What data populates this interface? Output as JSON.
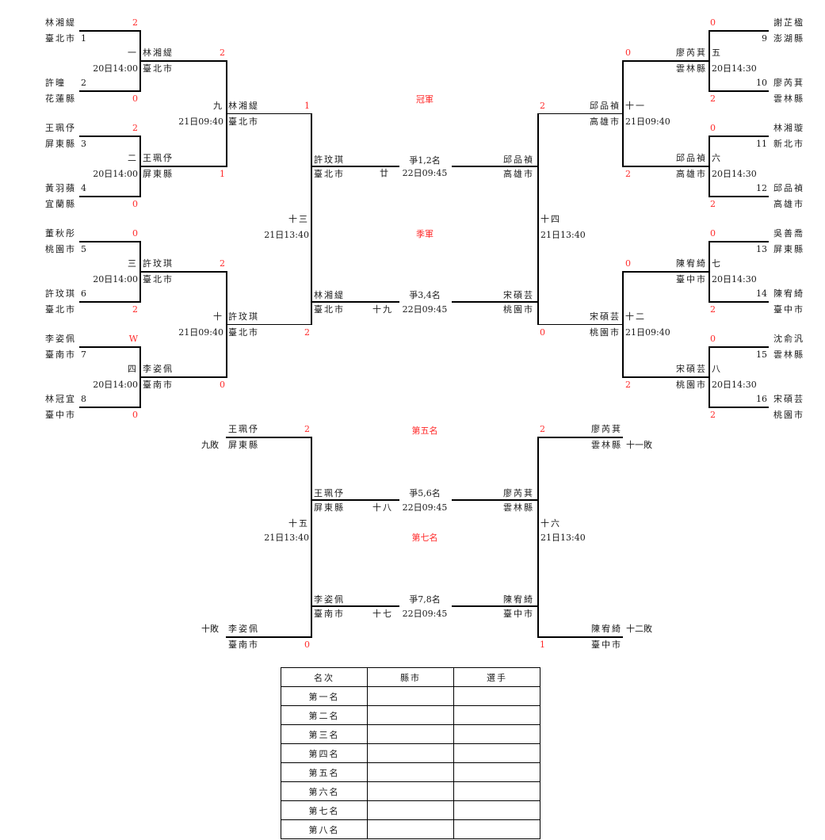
{
  "colors": {
    "score": "#ff2a2a",
    "line": "#000000",
    "text": "#1a1a1a"
  },
  "left_r1": [
    {
      "seed": "1",
      "name": "林湘緹",
      "city": "臺北市",
      "score": "2"
    },
    {
      "seed": "2",
      "name": "許曈",
      "city": "花蓮縣",
      "score": "0"
    },
    {
      "seed": "3",
      "name": "王珮伃",
      "city": "屏東縣",
      "score": "2"
    },
    {
      "seed": "4",
      "name": "黃羽蘋",
      "city": "宜蘭縣",
      "score": "0"
    },
    {
      "seed": "5",
      "name": "董秋彤",
      "city": "桃園市",
      "score": "0"
    },
    {
      "seed": "6",
      "name": "許玟琪",
      "city": "臺北市",
      "score": "2"
    },
    {
      "seed": "7",
      "name": "李姿佩",
      "city": "臺南市",
      "score": "W"
    },
    {
      "seed": "8",
      "name": "林冠宜",
      "city": "臺中市",
      "score": "0"
    }
  ],
  "right_r1": [
    {
      "seed": "9",
      "name": "謝芷楹",
      "city": "澎湖縣",
      "score": "0"
    },
    {
      "seed": "10",
      "name": "廖芮萁",
      "city": "雲林縣",
      "score": "2"
    },
    {
      "seed": "11",
      "name": "林湘璇",
      "city": "新北市",
      "score": "0"
    },
    {
      "seed": "12",
      "name": "邱品禎",
      "city": "高雄市",
      "score": "2"
    },
    {
      "seed": "13",
      "name": "吳善喬",
      "city": "屏東縣",
      "score": "0"
    },
    {
      "seed": "14",
      "name": "陳宥綺",
      "city": "臺中市",
      "score": "2"
    },
    {
      "seed": "15",
      "name": "沈俞汎",
      "city": "雲林縣",
      "score": "0"
    },
    {
      "seed": "16",
      "name": "宋碩芸",
      "city": "桃園市",
      "score": "2"
    }
  ],
  "left_r1_matches": [
    {
      "no": "一",
      "time": "20日14:00"
    },
    {
      "no": "二",
      "time": "20日14:00"
    },
    {
      "no": "三",
      "time": "20日14:00"
    },
    {
      "no": "四",
      "time": "20日14:00"
    }
  ],
  "right_r1_matches": [
    {
      "no": "五",
      "time": "20日14:30"
    },
    {
      "no": "六",
      "time": "20日14:30"
    },
    {
      "no": "七",
      "time": "20日14:30"
    },
    {
      "no": "八",
      "time": "20日14:30"
    }
  ],
  "left_r2": [
    {
      "name": "林湘緹",
      "city": "臺北市",
      "score": "2"
    },
    {
      "name": "王珮伃",
      "city": "屏東縣",
      "score": "1"
    },
    {
      "name": "許玟琪",
      "city": "臺北市",
      "score": "2"
    },
    {
      "name": "李姿佩",
      "city": "臺南市",
      "score": "0"
    }
  ],
  "right_r2": [
    {
      "name": "廖芮萁",
      "city": "雲林縣",
      "score": "0"
    },
    {
      "name": "邱品禎",
      "city": "高雄市",
      "score": "2"
    },
    {
      "name": "陳宥綺",
      "city": "臺中市",
      "score": "0"
    },
    {
      "name": "宋碩芸",
      "city": "桃園市",
      "score": "2"
    }
  ],
  "left_r2_matches": [
    {
      "no": "九",
      "time": "21日09:40"
    },
    {
      "no": "十",
      "time": "21日09:40"
    }
  ],
  "right_r2_matches": [
    {
      "no": "十一",
      "time": "21日09:40"
    },
    {
      "no": "十二",
      "time": "21日09:40"
    }
  ],
  "left_semi": [
    {
      "name": "林湘緹",
      "city": "臺北市",
      "score": "1"
    },
    {
      "name": "許玟琪",
      "city": "臺北市",
      "score": "2"
    }
  ],
  "right_semi": [
    {
      "name": "邱品禎",
      "city": "高雄市",
      "score": "2"
    },
    {
      "name": "宋碩芸",
      "city": "桃園市",
      "score": "0"
    }
  ],
  "left_semi_match": {
    "no": "十三",
    "time": "21日13:40"
  },
  "right_semi_match": {
    "no": "十四",
    "time": "21日13:40"
  },
  "final": {
    "title": "冠軍",
    "label": "爭1,2名",
    "time": "22日09:45",
    "no": "廿",
    "left": {
      "name": "許玟琪",
      "city": "臺北市"
    },
    "right": {
      "name": "邱品禎",
      "city": "高雄市"
    }
  },
  "third": {
    "title": "季軍",
    "label": "爭3,4名",
    "time": "22日09:45",
    "no": "十九",
    "left": {
      "name": "林湘緹",
      "city": "臺北市"
    },
    "right": {
      "name": "宋碩芸",
      "city": "桃園市"
    }
  },
  "consolation": {
    "left_top": {
      "name": "王珮伃",
      "city": "屏東縣",
      "score": "2",
      "from": "九敗"
    },
    "left_bottom": {
      "name": "李姿佩",
      "city": "臺南市",
      "score": "0",
      "from": "十敗"
    },
    "right_top": {
      "name": "廖芮萁",
      "city": "雲林縣",
      "score": "2",
      "from": "十一敗"
    },
    "right_bottom": {
      "name": "陳宥綺",
      "city": "臺中市",
      "score": "1",
      "from": "十二敗"
    },
    "left_match": {
      "no": "十五",
      "time": "21日13:40"
    },
    "right_match": {
      "no": "十六",
      "time": "21日13:40"
    }
  },
  "fifth": {
    "title": "第五名",
    "label": "爭5,6名",
    "time": "22日09:45",
    "no": "十八",
    "left": {
      "name": "王珮伃",
      "city": "屏東縣"
    },
    "right": {
      "name": "廖芮萁",
      "city": "雲林縣"
    }
  },
  "seventh": {
    "title": "第七名",
    "label": "爭7,8名",
    "time": "22日09:45",
    "no": "十七",
    "left": {
      "name": "李姿佩",
      "city": "臺南市"
    },
    "right": {
      "name": "陳宥綺",
      "city": "臺中市"
    }
  },
  "results_table": {
    "headers": [
      "名次",
      "縣市",
      "選手"
    ],
    "rows": [
      {
        "rank": "第一名",
        "city": "",
        "player": ""
      },
      {
        "rank": "第二名",
        "city": "",
        "player": ""
      },
      {
        "rank": "第三名",
        "city": "",
        "player": ""
      },
      {
        "rank": "第四名",
        "city": "",
        "player": ""
      },
      {
        "rank": "第五名",
        "city": "",
        "player": ""
      },
      {
        "rank": "第六名",
        "city": "",
        "player": ""
      },
      {
        "rank": "第七名",
        "city": "",
        "player": ""
      },
      {
        "rank": "第八名",
        "city": "",
        "player": ""
      }
    ]
  }
}
